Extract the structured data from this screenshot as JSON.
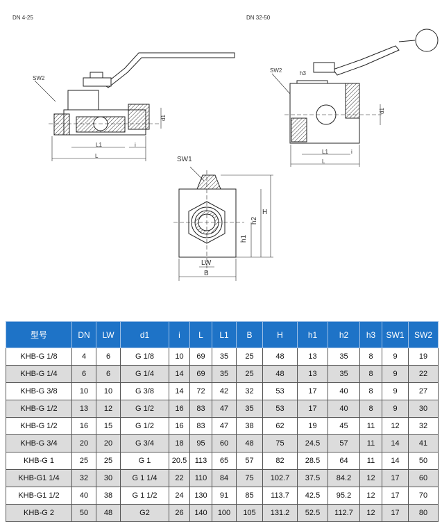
{
  "labels": {
    "top_left_heading": "DN 4-25",
    "top_right_heading": "DN 32-50",
    "sw2_left": "SW2",
    "d1_left": "d1",
    "L1_left": "L1",
    "i_left": "i",
    "L_left": "L",
    "sw2_right": "SW2",
    "h3_right": "h3",
    "d1_right": "d1",
    "L1_right": "L1",
    "i_right": "i",
    "L_right": "L",
    "sw1": "SW1",
    "H": "H",
    "h2": "h2",
    "h1": "h1",
    "LW": "LW",
    "B": "B"
  },
  "table": {
    "headers": [
      "型号",
      "DN",
      "LW",
      "d1",
      "i",
      "L",
      "L1",
      "B",
      "H",
      "h1",
      "h2",
      "h3",
      "SW1",
      "SW2"
    ],
    "rows": [
      [
        "KHB-G 1/8",
        "4",
        "6",
        "G 1/8",
        "10",
        "69",
        "35",
        "25",
        "48",
        "13",
        "35",
        "8",
        "9",
        "19"
      ],
      [
        "KHB-G 1/4",
        "6",
        "6",
        "G 1/4",
        "14",
        "69",
        "35",
        "25",
        "48",
        "13",
        "35",
        "8",
        "9",
        "22"
      ],
      [
        "KHB-G 3/8",
        "10",
        "10",
        "G 3/8",
        "14",
        "72",
        "42",
        "32",
        "53",
        "17",
        "40",
        "8",
        "9",
        "27"
      ],
      [
        "KHB-G 1/2",
        "13",
        "12",
        "G 1/2",
        "16",
        "83",
        "47",
        "35",
        "53",
        "17",
        "40",
        "8",
        "9",
        "30"
      ],
      [
        "KHB-G 1/2",
        "16",
        "15",
        "G 1/2",
        "16",
        "83",
        "47",
        "38",
        "62",
        "19",
        "45",
        "11",
        "12",
        "32"
      ],
      [
        "KHB-G 3/4",
        "20",
        "20",
        "G 3/4",
        "18",
        "95",
        "60",
        "48",
        "75",
        "24.5",
        "57",
        "11",
        "14",
        "41"
      ],
      [
        "KHB-G 1",
        "25",
        "25",
        "G 1",
        "20.5",
        "113",
        "65",
        "57",
        "82",
        "28.5",
        "64",
        "11",
        "14",
        "50"
      ],
      [
        "KHB-G1 1/4",
        "32",
        "30",
        "G 1 1/4",
        "22",
        "110",
        "84",
        "75",
        "102.7",
        "37.5",
        "84.2",
        "12",
        "17",
        "60"
      ],
      [
        "KHB-G1 1/2",
        "40",
        "38",
        "G 1 1/2",
        "24",
        "130",
        "91",
        "85",
        "113.7",
        "42.5",
        "95.2",
        "12",
        "17",
        "70"
      ],
      [
        "KHB-G 2",
        "50",
        "48",
        "G2",
        "26",
        "140",
        "100",
        "105",
        "131.2",
        "52.5",
        "112.7",
        "12",
        "17",
        "80"
      ]
    ]
  },
  "colors": {
    "header_bg": "#1e73c7",
    "header_text": "#ffffff",
    "alt_row": "#dcdcdc"
  }
}
